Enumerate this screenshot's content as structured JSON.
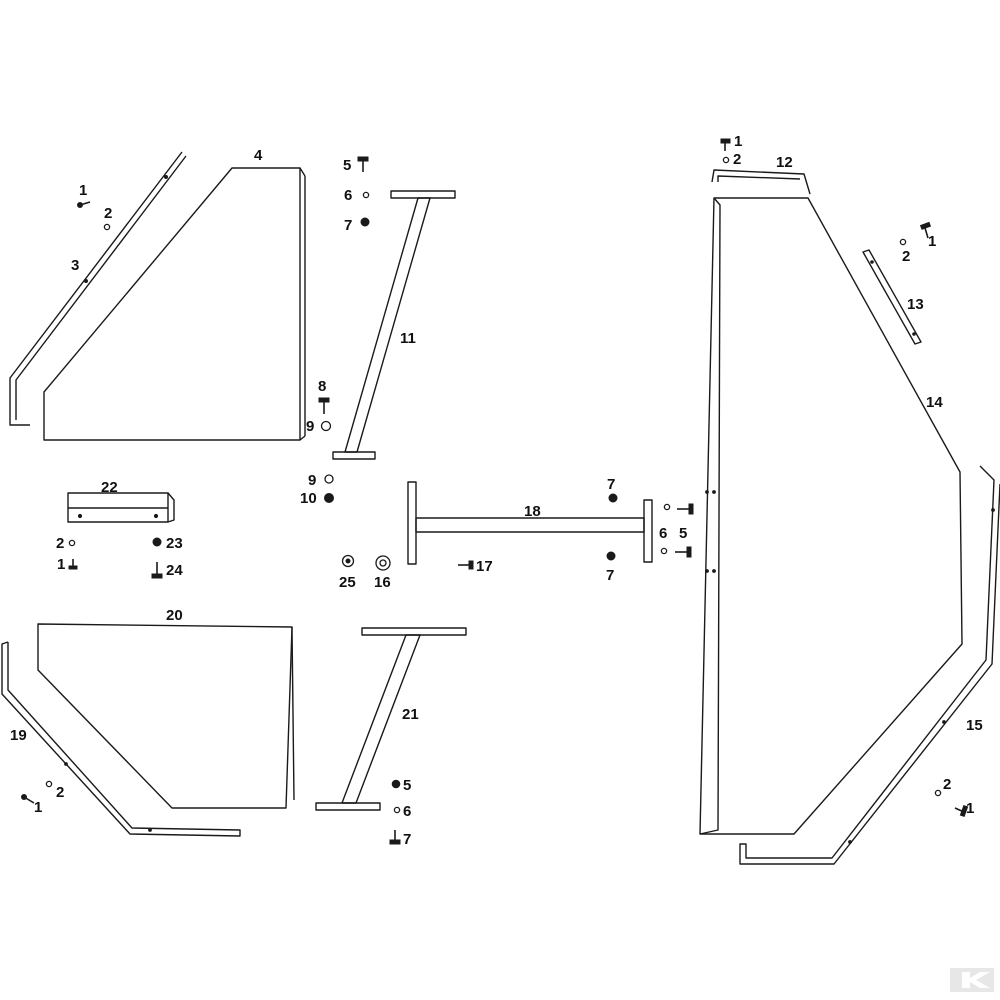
{
  "diagram": {
    "labels": {
      "l1a": "1",
      "l2a": "2",
      "l3": "3",
      "l4": "4",
      "l5a": "5",
      "l6a": "6",
      "l7a": "7",
      "l8": "8",
      "l9a": "9",
      "l11": "11",
      "l9b": "9",
      "l10": "10",
      "l1b": "1",
      "l2b": "2",
      "l12": "12",
      "l1c": "1",
      "l2c": "2",
      "l13": "13",
      "l14": "14",
      "l22": "22",
      "l2d": "2",
      "l23": "23",
      "l1d": "1",
      "l24": "24",
      "l7b": "7",
      "l18": "18",
      "l6b": "6",
      "l5b": "5",
      "l7c": "7",
      "l17": "17",
      "l25": "25",
      "l16": "16",
      "l20": "20",
      "l21": "21",
      "l19": "19",
      "l2e": "2",
      "l1e": "1",
      "l5c": "5",
      "l6c": "6",
      "l7d": "7",
      "l15": "15",
      "l2f": "2",
      "l1f": "1"
    },
    "logo": "K"
  }
}
